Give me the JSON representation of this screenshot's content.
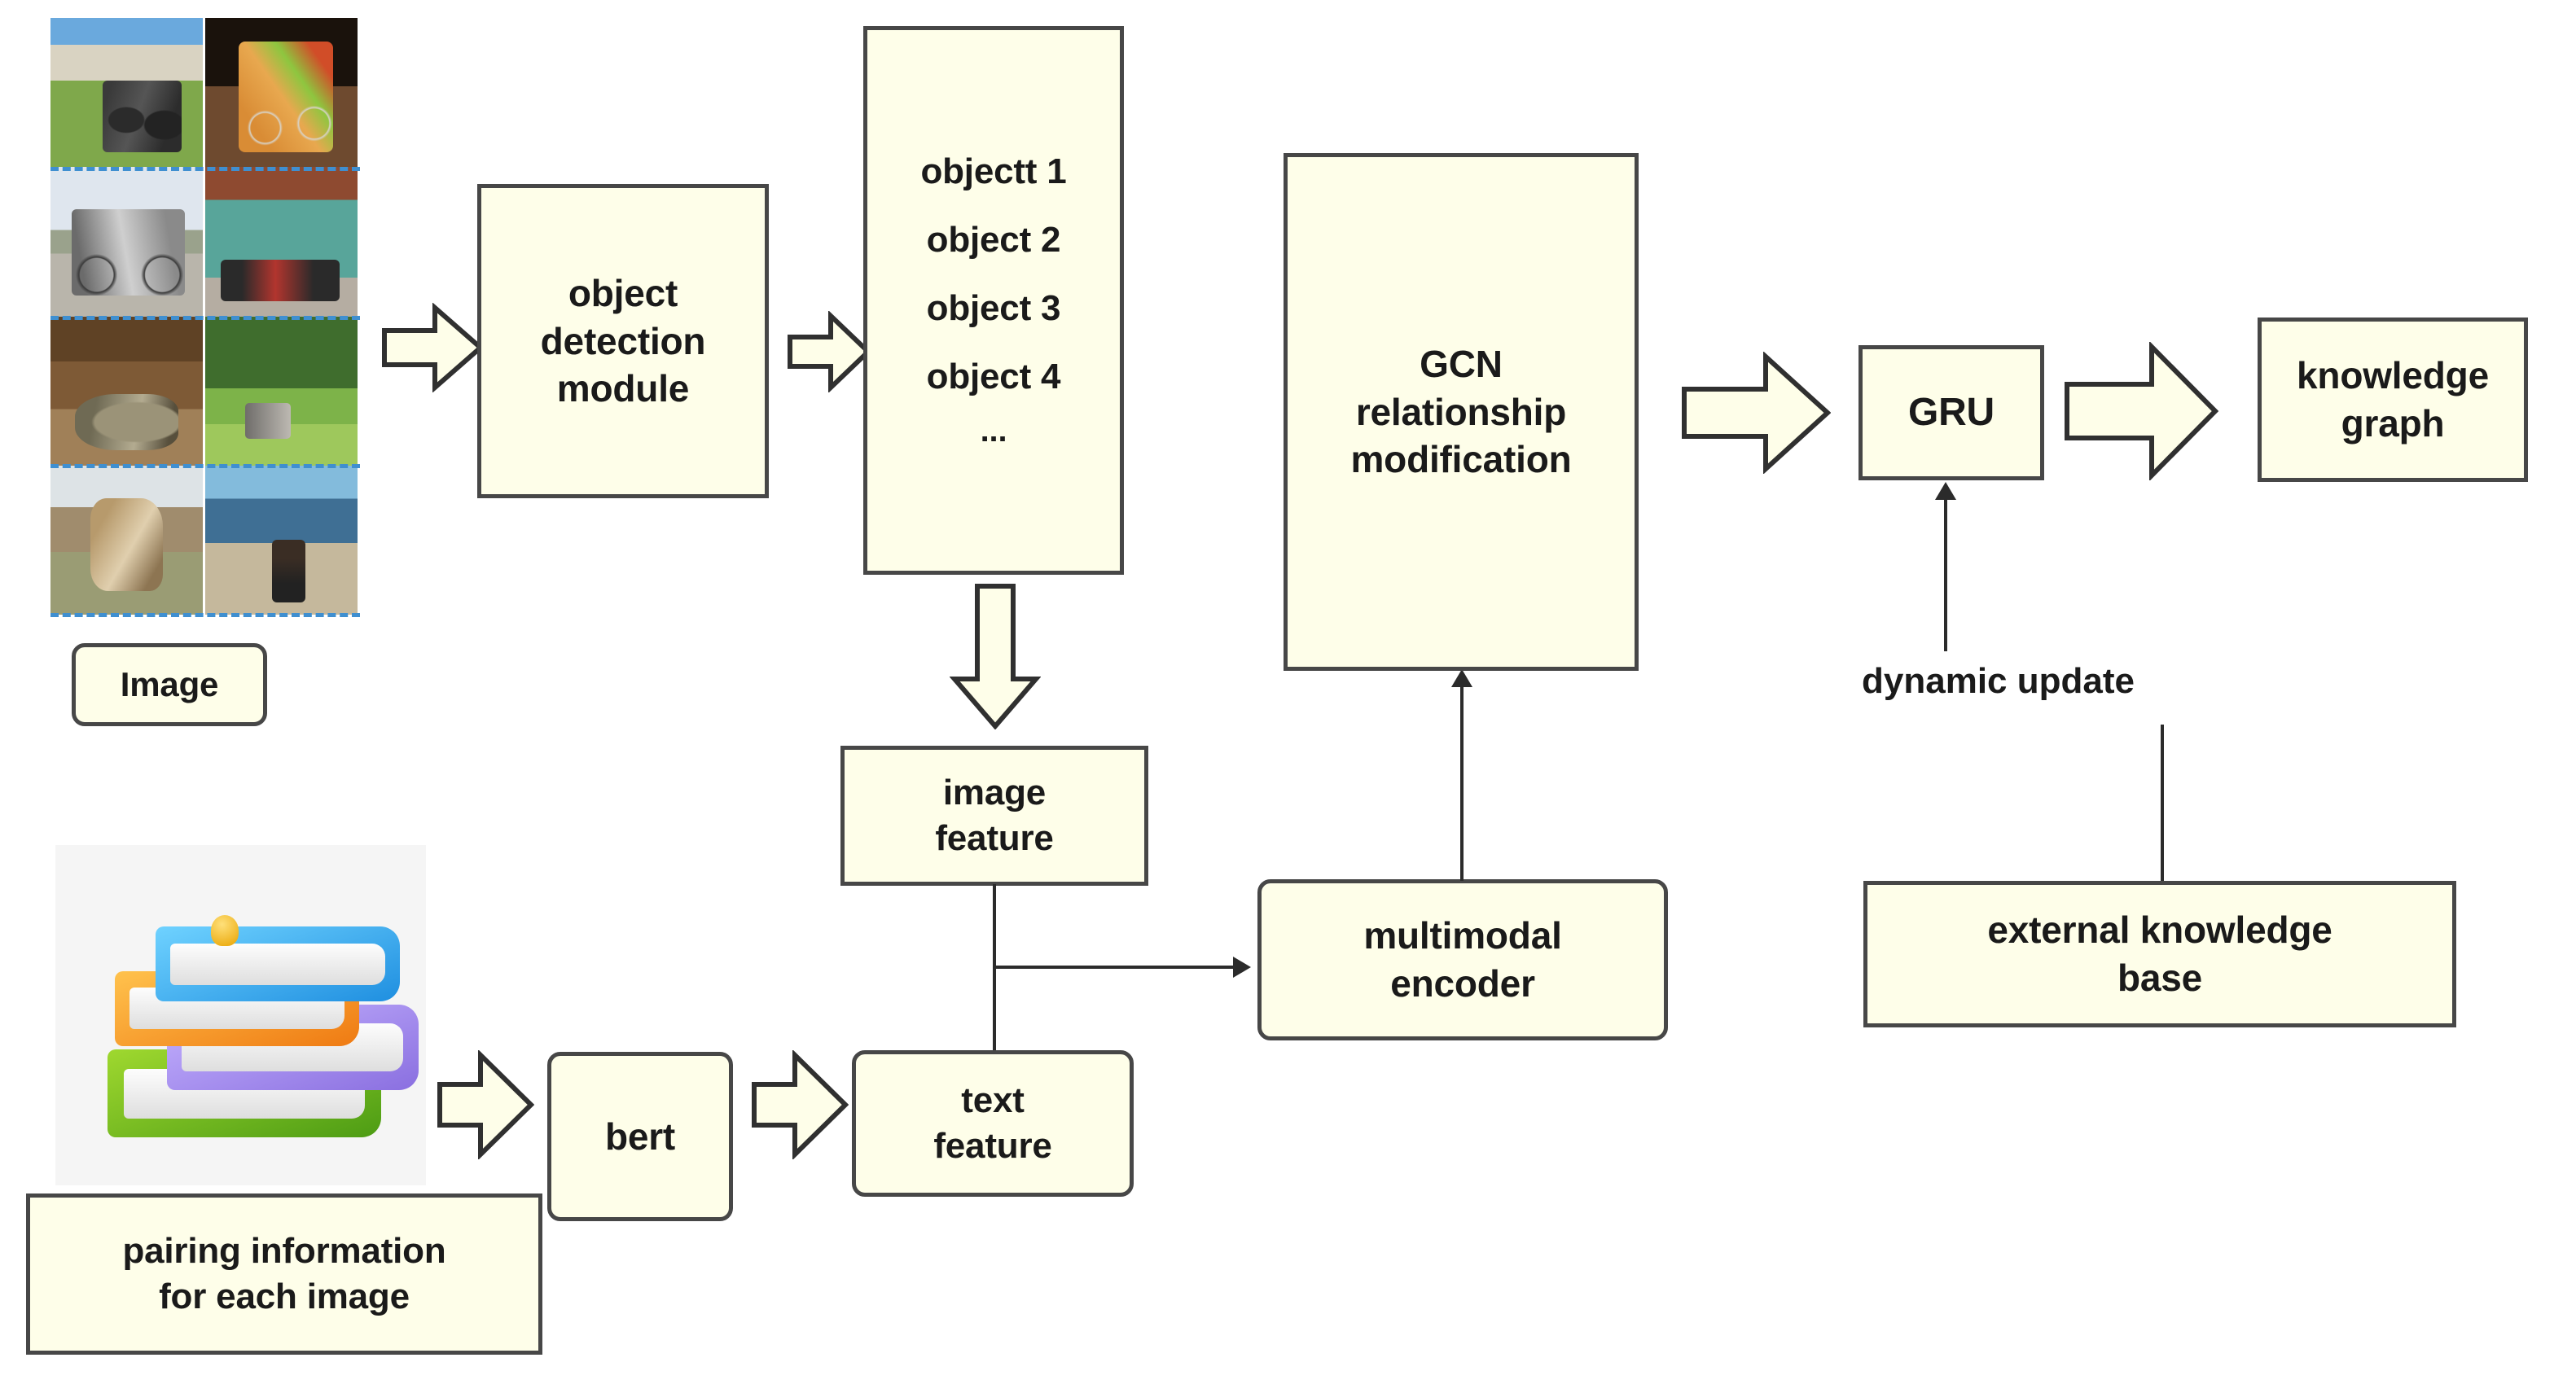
{
  "diagram": {
    "title": "multimodal knowledge graph construction pipeline",
    "colors": {
      "box_fill": "#FEFEE9",
      "box_border": "#474747",
      "arrow_fill": "#FEFEE9",
      "arrow_border": "#303030",
      "connector": "#2b2b2b",
      "dash_separator": "#3f8fd0",
      "books_panel_bg": "#f5f5f5",
      "page_bg": "#ffffff"
    },
    "nodes": {
      "image_label": "Image",
      "object_detection": "object\ndetection\nmodule",
      "object_detection_lines": [
        "object",
        "detection",
        "module"
      ],
      "object_list": [
        "objectt 1",
        "object 2",
        "object 3",
        "object 4",
        "..."
      ],
      "image_feature_lines": [
        "image",
        "feature"
      ],
      "text_feature_lines": [
        "text",
        "feature"
      ],
      "bert": "bert",
      "multimodal_encoder_lines": [
        "multimodal",
        "encoder"
      ],
      "gcn_lines": [
        "GCN",
        "relationship",
        "modification"
      ],
      "gru": "GRU",
      "knowledge_graph_lines": [
        "knowledge",
        "graph"
      ],
      "external_knowledge_base_lines": [
        "external knowledge",
        "base"
      ],
      "pairing_information_lines": [
        "pairing  information",
        "for each image"
      ]
    },
    "labels": {
      "dynamic_update": "dynamic update"
    },
    "icons": {
      "photo_grid": "photo-grid-icon",
      "books": "books-stack-icon"
    },
    "edges": [
      {
        "from": "Image",
        "to": "object detection module",
        "style": "block-arrow"
      },
      {
        "from": "object detection module",
        "to": "object list",
        "style": "block-arrow"
      },
      {
        "from": "object list",
        "to": "image feature",
        "style": "block-arrow"
      },
      {
        "from": "pairing information for each image",
        "to": "bert",
        "style": "block-arrow"
      },
      {
        "from": "bert",
        "to": "text feature",
        "style": "block-arrow"
      },
      {
        "from": "image feature / text feature",
        "to": "multimodal encoder",
        "style": "line-arrow"
      },
      {
        "from": "multimodal encoder",
        "to": "GCN relationship modification",
        "style": "line-arrow"
      },
      {
        "from": "GCN relationship modification",
        "to": "GRU",
        "style": "block-arrow"
      },
      {
        "from": "GRU",
        "to": "knowledge graph",
        "style": "block-arrow"
      },
      {
        "from": "external knowledge base",
        "to": "GRU",
        "style": "line-arrow",
        "label": "dynamic update"
      }
    ]
  }
}
